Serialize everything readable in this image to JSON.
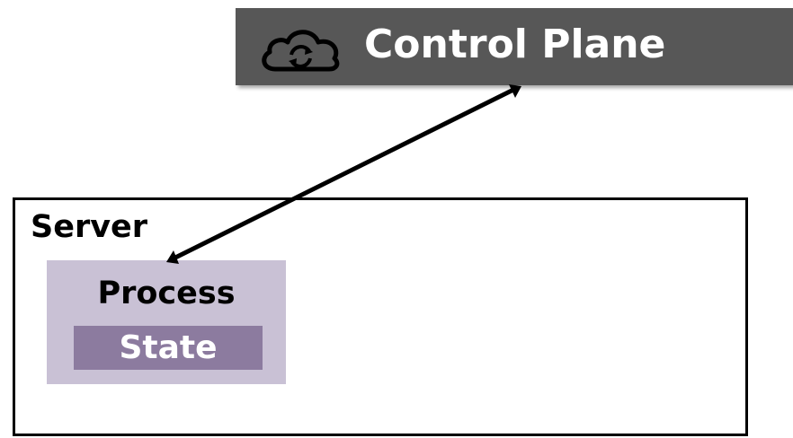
{
  "control_plane": {
    "label": "Control Plane",
    "icon": "cloud-sync-icon",
    "background_color": "#575757"
  },
  "server": {
    "label": "Server"
  },
  "process": {
    "label": "Process",
    "background_color": "#c9c1d5",
    "state": {
      "label": "State",
      "background_color": "#8c7b9f"
    }
  },
  "connection": {
    "type": "bidirectional-arrow",
    "from": "Control Plane",
    "to": "Process"
  }
}
